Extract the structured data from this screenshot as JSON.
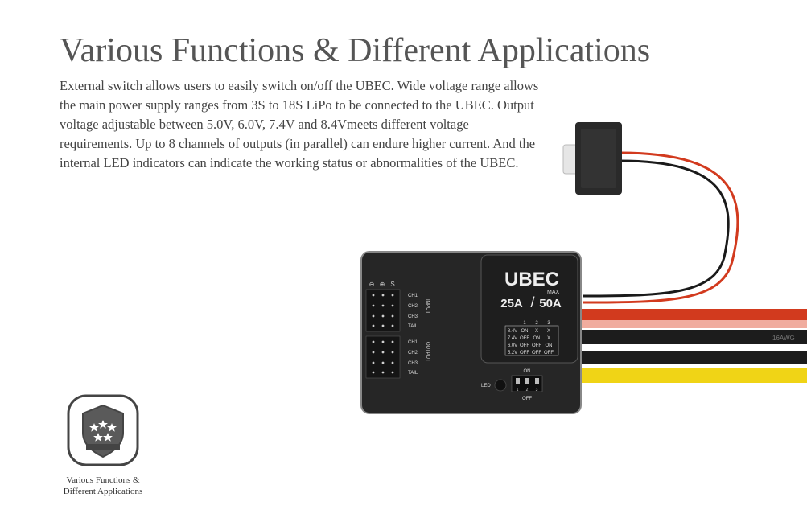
{
  "heading": "Various Functions & Different Applications",
  "description": "External switch allows users to easily switch on/off the UBEC. Wide voltage range allows the main power supply ranges from 3S to 18S LiPo to be connected to the UBEC. Output voltage adjustable between 5.0V, 6.0V, 7.4V and 8.4Vmeets different voltage requirements. Up to 8 channels of outputs (in parallel) can endure higher current. And the internal LED indicators can indicate the working status or abnormalities of the UBEC.",
  "badge": {
    "icon": "shield-stars-icon",
    "caption_line1": "Various Functions &",
    "caption_line2": "Different Applications"
  },
  "device": {
    "brand": "UBEC",
    "rating": "25A",
    "max_label": "MAX",
    "max_rating": "50A",
    "input_label": "INPUT",
    "output_label": "OUTPUT",
    "polarity": [
      "⊖",
      "⊕",
      "S"
    ],
    "channels": [
      "CH1",
      "CH2",
      "CH3",
      "TAIL"
    ],
    "led_label": "LED",
    "switch_on": "ON",
    "switch_off": "OFF",
    "switch_numbers": [
      "1",
      "2",
      "3"
    ],
    "table": {
      "header": [
        "",
        "1",
        "2",
        "3"
      ],
      "rows": [
        [
          "8.4V",
          "ON",
          "X",
          "X"
        ],
        [
          "7.4V",
          "OFF",
          "ON",
          "X"
        ],
        [
          "6.0V",
          "OFF",
          "OFF",
          "ON"
        ],
        [
          "5.2V",
          "OFF",
          "OFF",
          "OFF"
        ]
      ]
    },
    "wire_label": "16AWG",
    "colors": {
      "red": "#d23a1e",
      "black": "#1a1a1a",
      "yellow": "#f0d416",
      "case": "#262626"
    }
  }
}
